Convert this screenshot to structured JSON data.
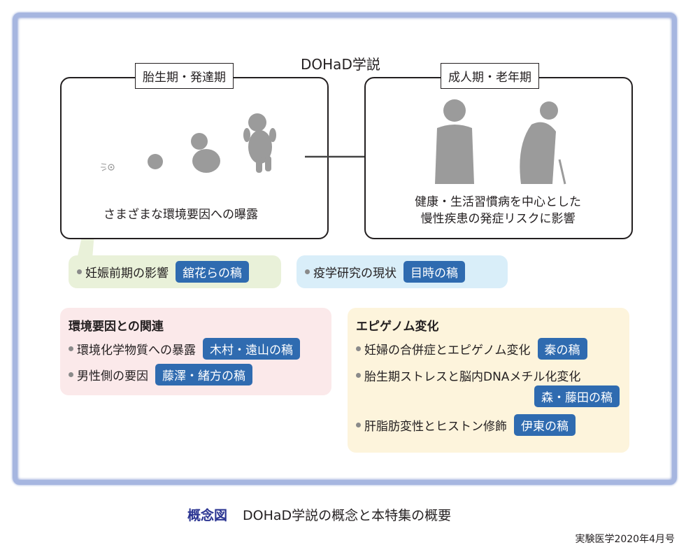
{
  "title": "DOHaD学説",
  "fetal_stage": {
    "label": "胎生期・発達期",
    "caption": "さまざまな環境要因への曝露"
  },
  "adult_stage": {
    "label": "成人期・老年期",
    "caption_line1": "健康・生活習慣病を中心とした",
    "caption_line2": "慢性疾患の発症リスクに影響"
  },
  "preconception": {
    "text": "妊娠前期の影響",
    "tag": "舘花らの稿"
  },
  "epidemiology": {
    "text": "疫学研究の現状",
    "tag": "目時の稿"
  },
  "environment": {
    "heading": "環境要因との関連",
    "items": [
      {
        "text": "環境化学物質への暴露",
        "tag": "木村・遠山の稿"
      },
      {
        "text": "男性側の要因",
        "tag": "藤澤・緒方の稿"
      }
    ]
  },
  "epigenome": {
    "heading": "エピゲノム変化",
    "items": [
      {
        "text": "妊婦の合併症とエピゲノム変化",
        "tag": "秦の稿"
      },
      {
        "text": "胎生期ストレスと脳内DNAメチル化変化",
        "tag": "森・藤田の稿"
      },
      {
        "text": "肝脂肪変性とヒストン修飾",
        "tag": "伊東の稿"
      }
    ]
  },
  "figure_caption": {
    "label": "概念図",
    "text": "DOHaD学説の概念と本特集の概要"
  },
  "source": "実験医学2020年4月号",
  "colors": {
    "tag": "#2f6bb0",
    "green": "#e9f1d9",
    "blue": "#d9eef9",
    "pink": "#fbe9ea",
    "yellow": "#fdf4dc",
    "frame": "#a6b6e0",
    "caption_label": "#2b3592"
  }
}
